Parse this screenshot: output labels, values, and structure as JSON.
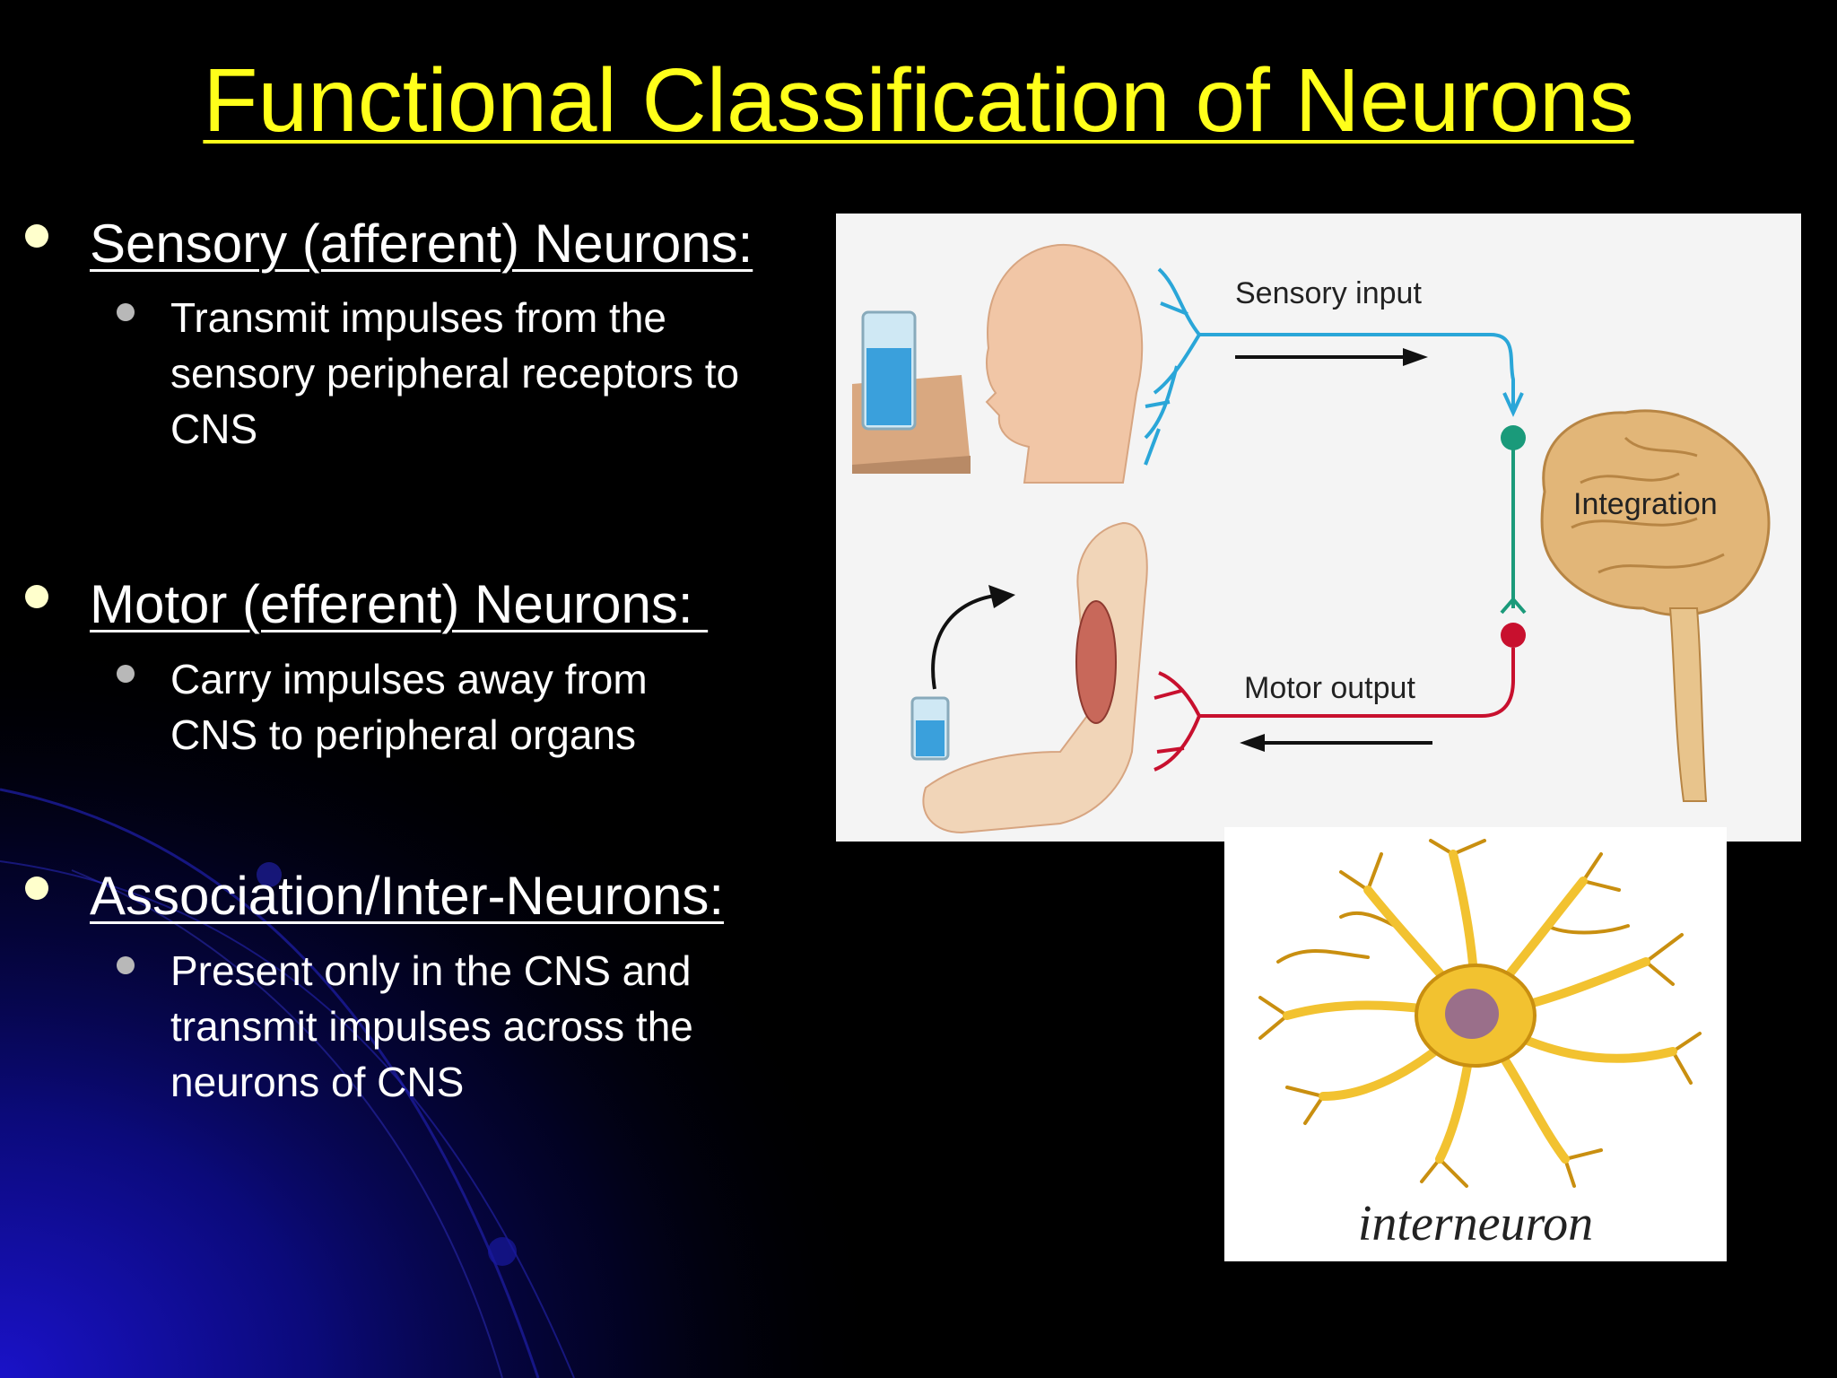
{
  "slide": {
    "title": "Functional Classification of Neurons",
    "sections": [
      {
        "heading": "Sensory (afferent) Neurons:",
        "lines": [
          "Transmit impulses from the",
          "sensory peripheral receptors to",
          "CNS"
        ]
      },
      {
        "heading": "Motor (efferent) Neurons: ",
        "lines": [
          "Carry impulses away from",
          "CNS to peripheral organs"
        ]
      },
      {
        "heading": "Association/Inter-Neurons:",
        "lines": [
          "Present only in the CNS and",
          "transmit impulses across the",
          "neurons of CNS"
        ]
      }
    ]
  },
  "figure_reflex": {
    "sensory_label": "Sensory input",
    "motor_label": "Motor output",
    "integration_label": "Integration",
    "colors": {
      "sensory": "#2aa6d8",
      "motor": "#c8102e",
      "interneuron": "#1a9a7a"
    }
  },
  "figure_interneuron": {
    "caption": "interneuron",
    "colors": {
      "cell": "#f2c230",
      "outline": "#c98f10",
      "nucleus": "#9a6f8a"
    }
  },
  "colors": {
    "title": "#ffff1a",
    "bullet": "#ffffcc",
    "sub_bullet": "#b8b8b8",
    "text": "#ffffff"
  }
}
